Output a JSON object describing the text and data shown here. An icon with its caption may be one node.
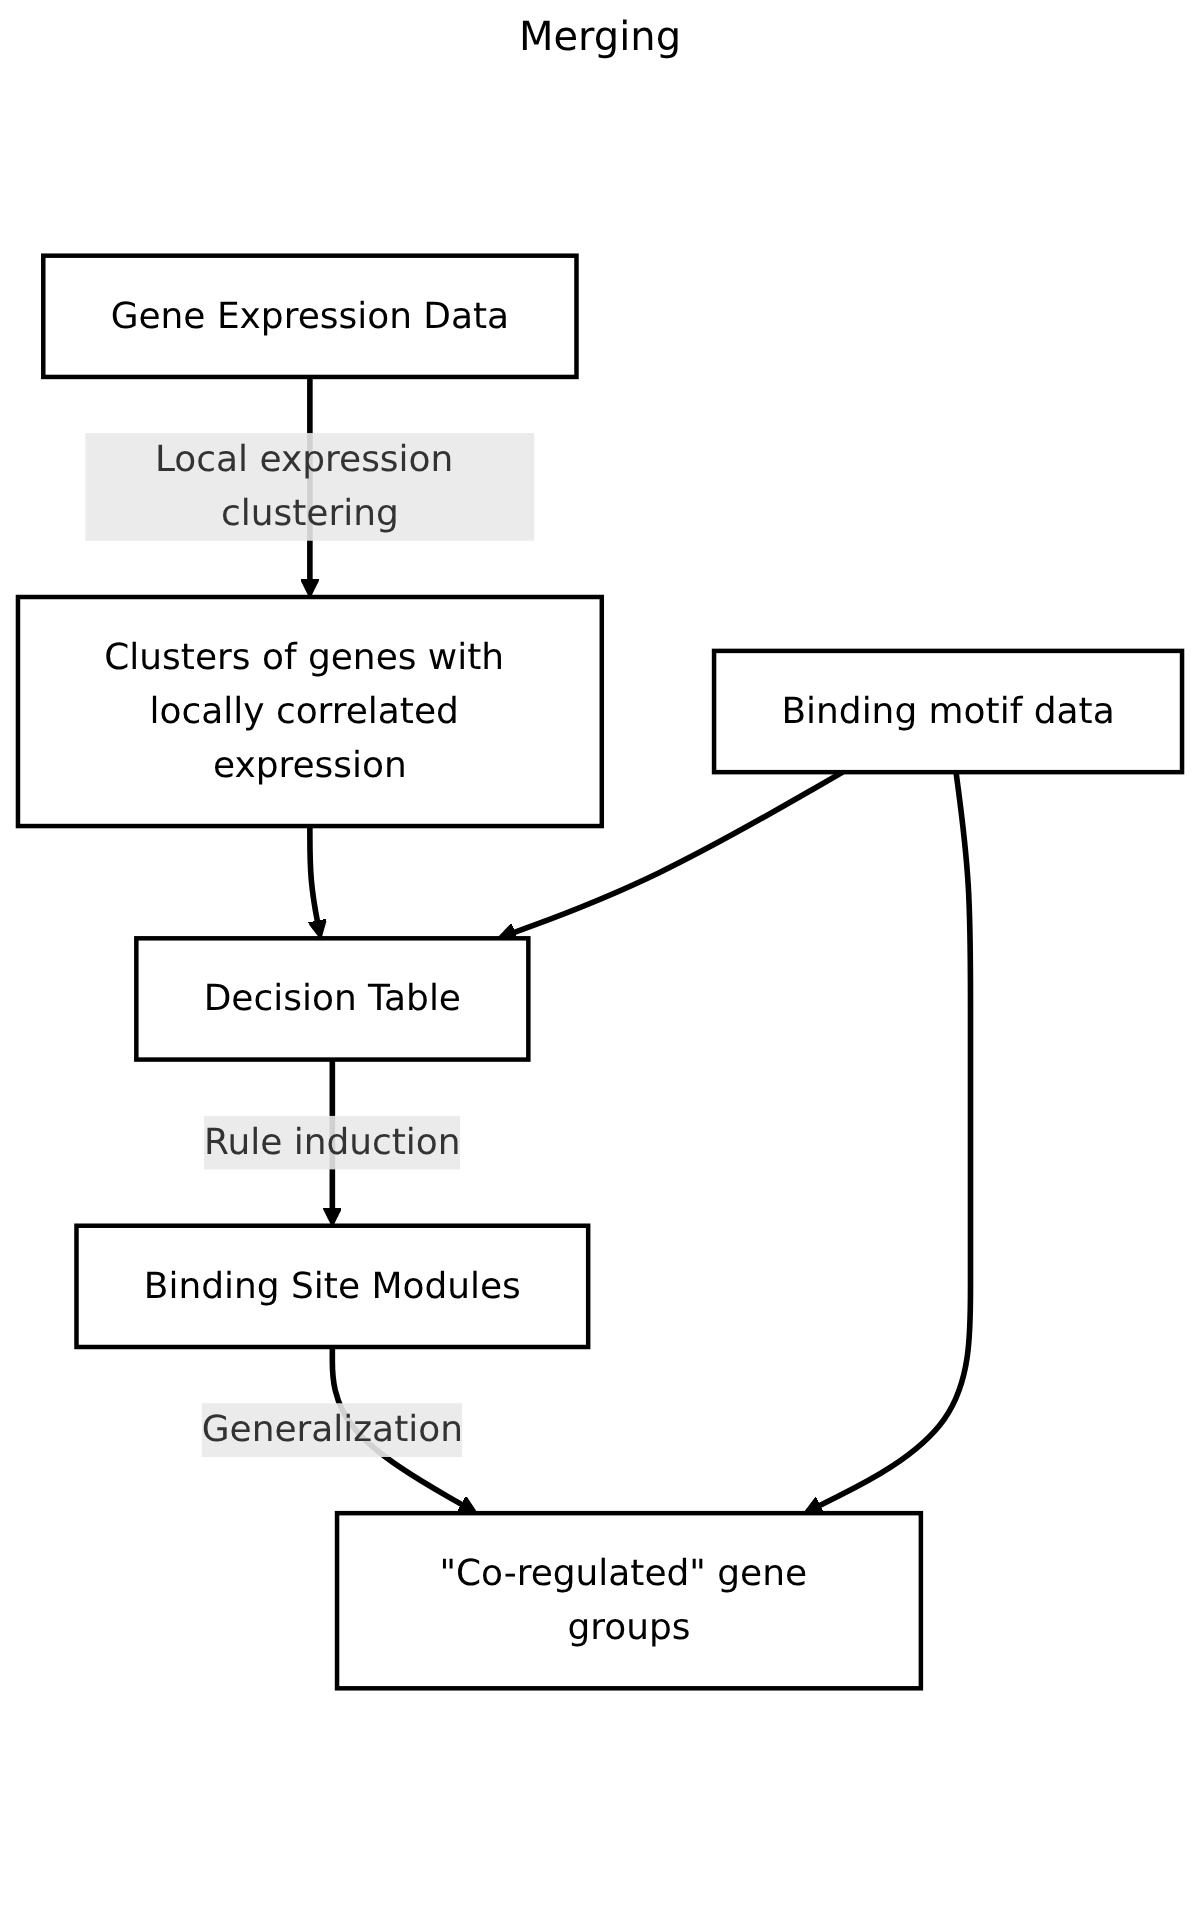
{
  "diagram": {
    "nodes": [
      {
        "text": [
          "Gene Expression Data"
        ]
      },
      {
        "text": [
          "Clusters of genes with locally correlated expression"
        ]
      },
      {
        "text": [
          "Binding motif data"
        ]
      },
      {
        "text": [
          "Decision Table"
        ]
      },
      {
        "text": [
          "Binding Site Modules"
        ]
      },
      {
        "text": [
          "\"Co-regulated\" gene groups"
        ]
      }
    ],
    "edges": [
      {
        "from": 0,
        "to": 1,
        "arrow": "to",
        "label": "Local expression clustering"
      },
      {
        "from": 1,
        "to": 3,
        "arrow": "to"
      },
      {
        "from": 2,
        "to": 3,
        "arrow": "to"
      },
      {
        "from": 3,
        "to": 4,
        "arrow": "to",
        "label": "Rule induction"
      },
      {
        "from": 4,
        "to": 5,
        "arrow": "to",
        "label": "Generalization"
      },
      {
        "from": 2,
        "to": 5,
        "arrow": "to"
      }
    ],
    "labels": [
      "Merging"
    ]
  }
}
